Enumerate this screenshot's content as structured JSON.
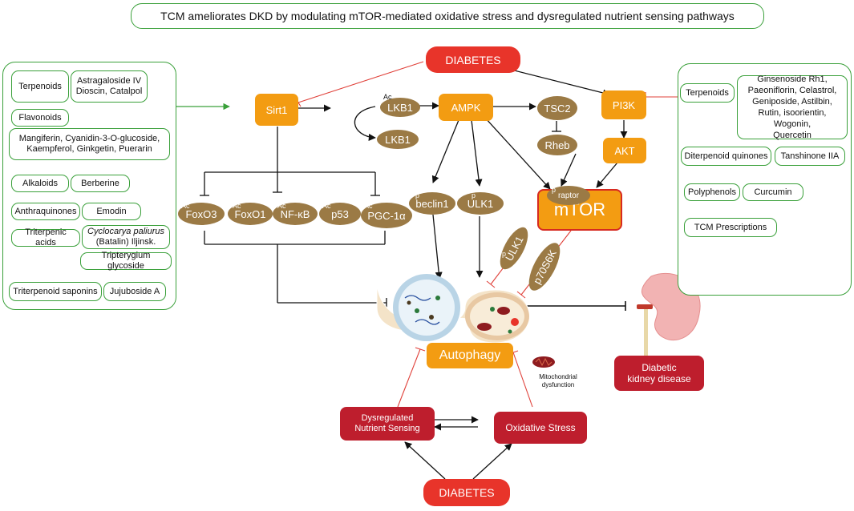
{
  "title": "TCM ameliorates DKD by modulating mTOR-mediated oxidative stress and dysregulated nutrient sensing pathways",
  "diabetes_top": "DIABETES",
  "diabetes_bottom": "DIABETES",
  "left_panel": {
    "rows": [
      {
        "cat": "Terpenoids",
        "cmp": "Astragaloside IV\nDioscin, Catalpol"
      },
      {
        "cat": "Flavonoids",
        "cmp": "Mangiferin, Cyanidin-3-O-glucoside,\nKaempferol, Ginkgetin, Puerarin"
      },
      {
        "cat": "Alkaloids",
        "cmp": "Berberine"
      },
      {
        "cat": "Anthraquinones",
        "cmp": "Emodin"
      },
      {
        "cat": "Triterpenic acids",
        "cmp_italic": "Cyclocarya paliurus",
        "cmp": "(Batalin) Iljinsk.",
        "cmp2": "Tripterygium glycoside"
      },
      {
        "cat": "Triterpenoid saponins",
        "cmp": "Jujuboside A"
      }
    ]
  },
  "right_panel": {
    "rows": [
      {
        "cat": "Terpenoids",
        "cmp": "Ginsenoside Rh1,\nPaeoniflorin, Celastrol,\nGeniposide, Astilbin,\nRutin, isoorientin, Wogonin,\nQuercetin"
      },
      {
        "cat": "Diterpenoid quinones",
        "cmp": "Tanshinone IIA"
      },
      {
        "cat": "Polyphenols",
        "cmp": "Curcumin"
      },
      {
        "cat": "TCM Prescriptions",
        "cmp": ""
      }
    ]
  },
  "nodes": {
    "sirt1": "Sirt1",
    "lkb1_ac": "LKB1",
    "lkb1": "LKB1",
    "ampk": "AMPK",
    "tsc2": "TSC2",
    "rheb": "Rheb",
    "pi3k": "PI3K",
    "akt": "AKT",
    "foxo3": "FoxO3",
    "foxo1": "FoxO1",
    "nfkb": "NF-κB",
    "p53": "p53",
    "pgc1a": "PGC-1α",
    "beclin1": "beclin1",
    "ulk1": "ULK1",
    "raptor": "raptor",
    "mtor": "mTOR",
    "ulk1_b": "ULK1",
    "p70s6k": "p70S6K",
    "autophagy": "Autophagy",
    "dkd": "Diabetic\nkidney disease",
    "mito": "Mitochondrial\ndysfunction",
    "nutrient": "Dysregulated\nNutrient Sensing",
    "oxidative": "Oxidative Stress",
    "ac": "Ac",
    "p": "p"
  },
  "colors": {
    "panel_border": "#3aa03a",
    "orange": "#f39c12",
    "brown": "#9b7a45",
    "red": "#e8342a",
    "dark_red": "#be1e2d",
    "inhibit_red": "#e0413a"
  }
}
